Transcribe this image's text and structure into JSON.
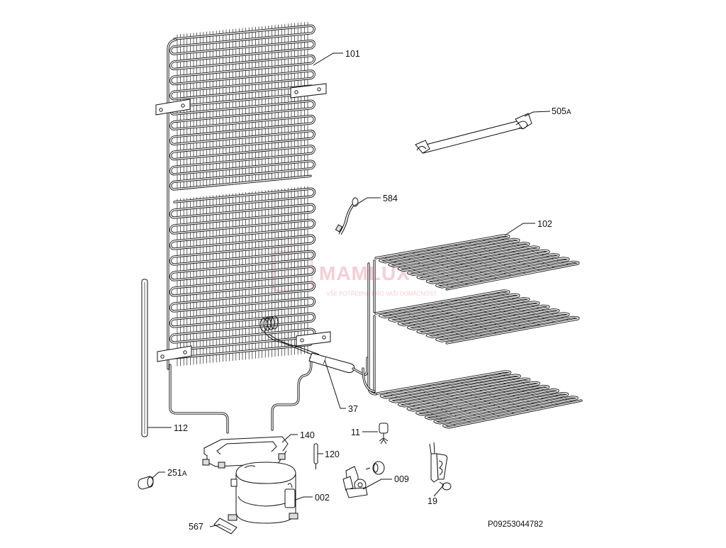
{
  "watermark": {
    "brand": "MAMLUX",
    "tagline": "VŠE POTŘEBNÉ PRO VAŠI DOMÁCNOST"
  },
  "labels": {
    "p101": "101",
    "p505": "505",
    "p505_suffix": "A",
    "p584": "584",
    "p102": "102",
    "p37": "37",
    "p112": "112",
    "p140": "140",
    "p11": "11",
    "p120": "120",
    "p251": "251",
    "p251_suffix": "A",
    "p009": "009",
    "p002": "002",
    "p19": "19",
    "p567": "567"
  },
  "drawing_code": "P09253044782"
}
